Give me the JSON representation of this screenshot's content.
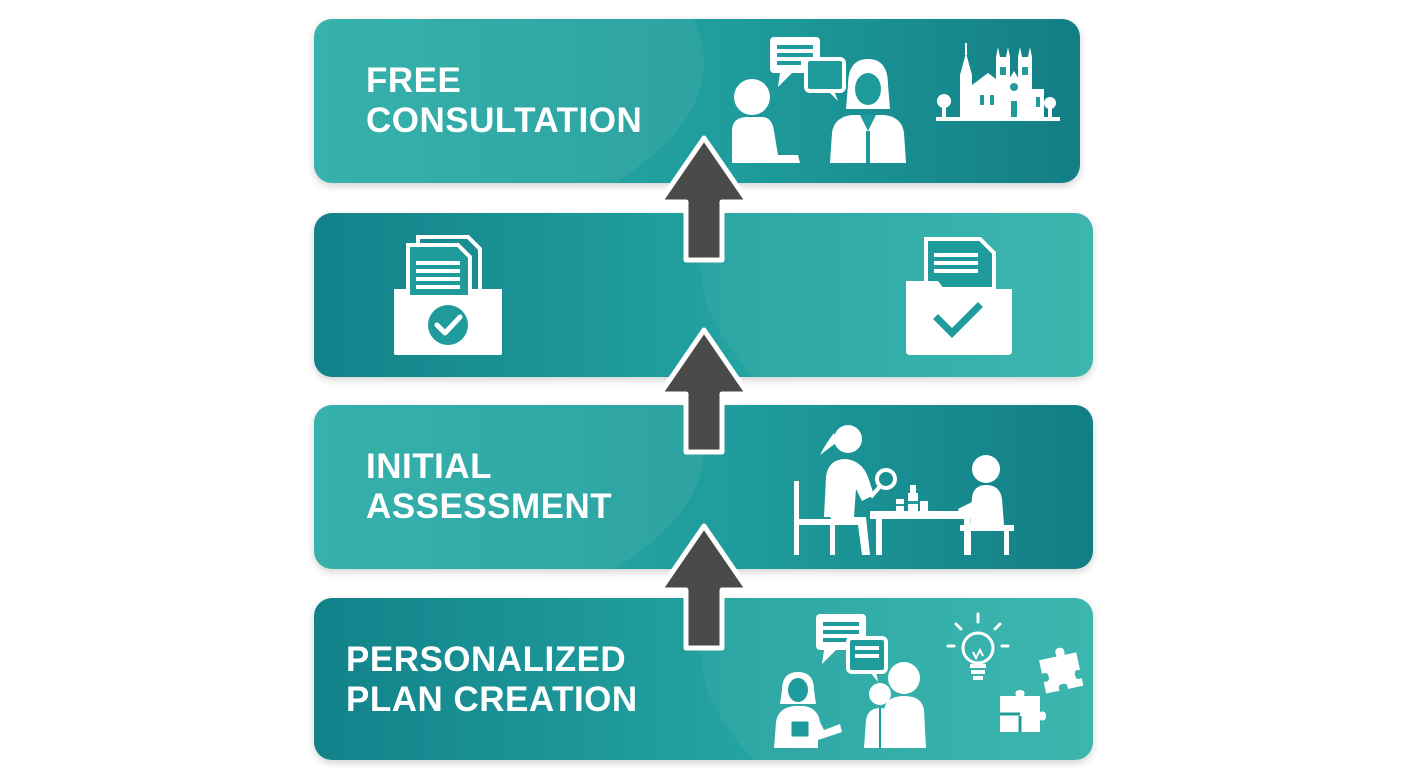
{
  "colors": {
    "teal_dark": "#117d84",
    "teal_mid": "#1f9b9c",
    "teal_light": "#33b3ab",
    "arrow_fill": "#4a4a4a",
    "arrow_stroke": "#ffffff",
    "icon": "#ffffff"
  },
  "steps": [
    {
      "title_line1": "FREE",
      "title_line2": "CONSULTATION",
      "icons": [
        "conversation-icon",
        "church-icon"
      ]
    },
    {
      "title_line1": "",
      "title_line2": "",
      "icons": [
        "folder-documents-check-icon",
        "folder-check-icon"
      ]
    },
    {
      "title_line1": "INITIAL",
      "title_line2": "ASSESSMENT",
      "icons": [
        "assessment-table-icon"
      ]
    },
    {
      "title_line1": "PERSONALIZED",
      "title_line2": "PLAN CREATION",
      "icons": [
        "family-discussion-icon",
        "lightbulb-puzzle-icon"
      ]
    }
  ],
  "connectors": [
    "up-arrow-icon",
    "up-arrow-icon",
    "up-arrow-icon"
  ]
}
